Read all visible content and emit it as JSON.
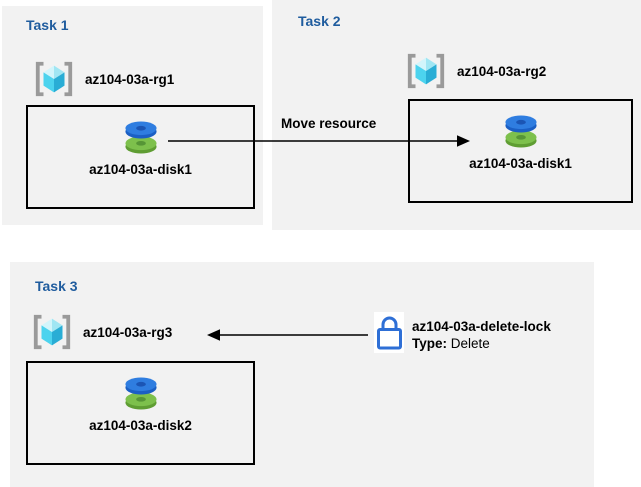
{
  "colors": {
    "panel_background": "#f2f2f2",
    "task_title_blue": "#1f5c9e",
    "lock_blue": "#2e6fd6",
    "arrow_color": "#000000",
    "resource_box_border": "#000000"
  },
  "tasks": [
    {
      "title": "Task 1",
      "resource_group": "az104-03a-rg1",
      "resource": "az104-03a-disk1"
    },
    {
      "title": "Task 2",
      "resource_group": "az104-03a-rg2",
      "resource": "az104-03a-disk1"
    },
    {
      "title": "Task 3",
      "resource_group": "az104-03a-rg3",
      "resource": "az104-03a-disk2"
    }
  ],
  "move_arrow": {
    "label": "Move resource",
    "from": "az104-03a-disk1 in az104-03a-rg1",
    "to": "az104-03a-disk1 in az104-03a-rg2"
  },
  "delete_lock": {
    "name": "az104-03a-delete-lock",
    "type_label": "Type:",
    "type_value": "Delete",
    "applies_to": "az104-03a-rg3"
  },
  "icons": {
    "resource_group": "resource-group-icon",
    "disk": "disk-icon",
    "lock": "lock-icon"
  }
}
